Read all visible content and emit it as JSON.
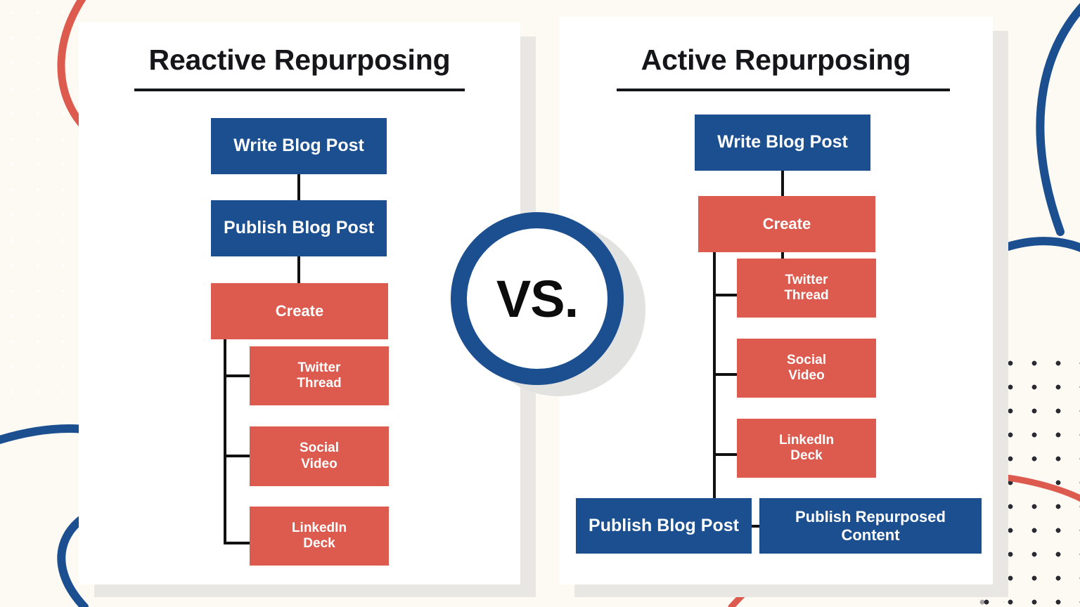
{
  "page": {
    "background_color": "#FDF9F3",
    "accent_blue": "#1B4F8F",
    "accent_red": "#DD5A4E",
    "panel_color": "#FFFFFF",
    "shadow_color": "#E8E7E3",
    "line_color": "#111111"
  },
  "center_badge": {
    "label": "VS."
  },
  "columns": [
    {
      "id": "reactive",
      "title": "Reactive Repurposing",
      "nodes": [
        {
          "label": "Write Blog Post",
          "color": "blue"
        },
        {
          "label": "Publish Blog Post",
          "color": "blue"
        },
        {
          "label": "Create",
          "color": "red"
        },
        {
          "label": "Twitter\nThread",
          "color": "red"
        },
        {
          "label": "Social\nVideo",
          "color": "red"
        },
        {
          "label": "LinkedIn\nDeck",
          "color": "red"
        }
      ]
    },
    {
      "id": "active",
      "title": "Active Repurposing",
      "nodes": [
        {
          "label": "Write Blog Post",
          "color": "blue"
        },
        {
          "label": "Create",
          "color": "red"
        },
        {
          "label": "Twitter\nThread",
          "color": "red"
        },
        {
          "label": "Social\nVideo",
          "color": "red"
        },
        {
          "label": "LinkedIn\nDeck",
          "color": "red"
        },
        {
          "label": "Publish Blog Post",
          "color": "blue"
        },
        {
          "label": "Publish Repurposed\nContent",
          "color": "blue"
        }
      ]
    }
  ],
  "decor": {
    "arc_top_left_color": "#DD5A4E",
    "arc_bottom_left_color": "#1B4F8F",
    "arc_right_color": "#1B4F8F",
    "arc_bottom_right_color": "#DD5A4E",
    "dots_left_color": "#FFFFFF",
    "dots_right_color": "#2B2B33"
  }
}
